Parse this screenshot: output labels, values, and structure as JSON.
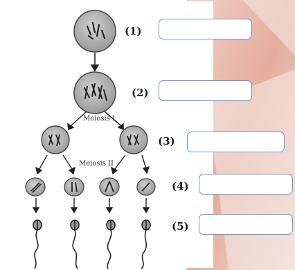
{
  "diagram": {
    "stage_labels": [
      "(1)",
      "(2)",
      "(3)",
      "(4)",
      "(5)"
    ],
    "meiosis_labels": {
      "first": "Meiosis I",
      "second": "Meiosis II"
    }
  },
  "answer_boxes": [
    {
      "value": ""
    },
    {
      "value": ""
    },
    {
      "value": ""
    },
    {
      "value": ""
    },
    {
      "value": ""
    }
  ],
  "colors": {
    "cell_fill": "#bdbdbd",
    "cell_stroke": "#444444",
    "box_border": "#6f90c9",
    "background_accent": "#e7b2a3"
  }
}
